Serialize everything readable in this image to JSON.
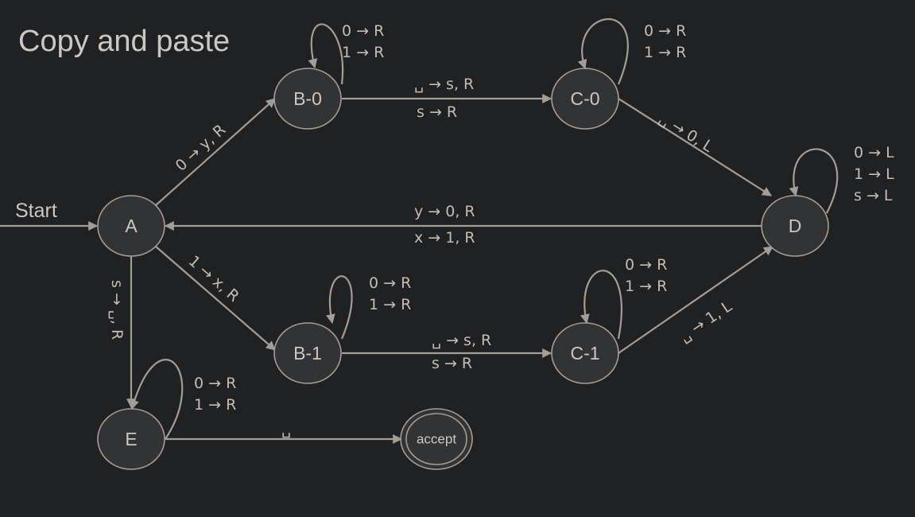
{
  "title": "Copy and paste",
  "start_label": "Start",
  "nodes": {
    "A": "A",
    "B0": "B-0",
    "B1": "B-1",
    "C0": "C-0",
    "C1": "C-1",
    "D": "D",
    "E": "E",
    "accept": "accept"
  },
  "transitions": {
    "b0_loop": [
      "0 →  R",
      "1 →  R"
    ],
    "c0_loop": [
      "0 →  R",
      "1 →  R"
    ],
    "d_loop": [
      "0 →  L",
      "1 →  L",
      "s →  L"
    ],
    "b1_loop": [
      "0 →  R",
      "1 →  R"
    ],
    "c1_loop": [
      "0 →  R",
      "1 →  R"
    ],
    "e_loop": [
      "0 →  R",
      "1 →  R"
    ],
    "b0_c0": [
      "␣ → s, R",
      "s → R"
    ],
    "b1_c1": [
      "␣ → s, R",
      "s → R"
    ],
    "d_a": [
      "y → 0, R",
      "x → 1, R"
    ],
    "a_b0": "0 → y, R",
    "a_b1": "1 → x, R",
    "c0_d": "␣ → 0, L",
    "c1_d": "␣ → 1, L",
    "a_e": "s → ␣, R",
    "e_accept": "␣"
  },
  "colors": {
    "background": "#202122",
    "edge": "#a19e9a",
    "node_fill": "#323334",
    "text": "#c8c8c8"
  }
}
